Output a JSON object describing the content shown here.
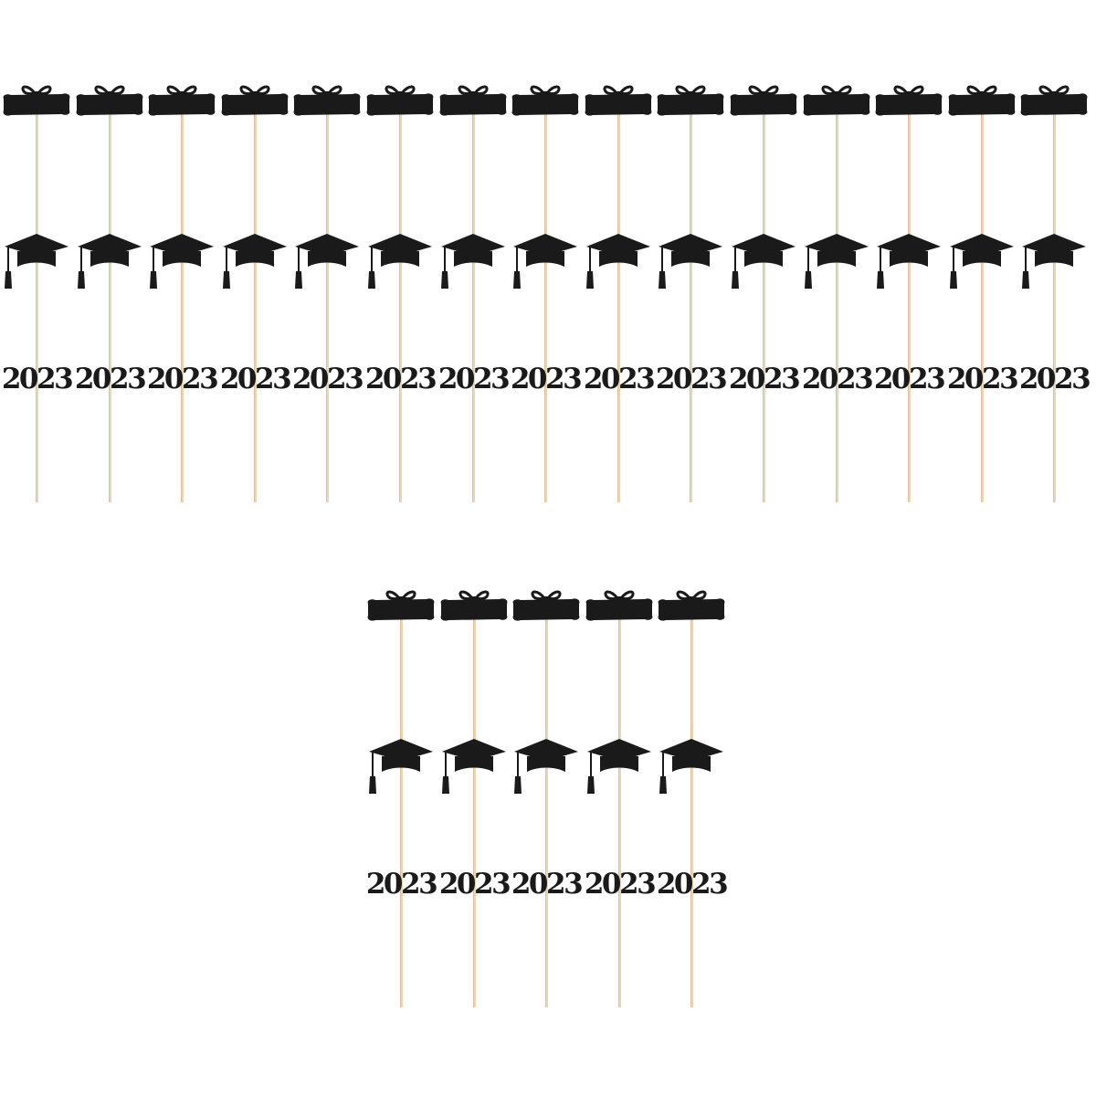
{
  "scene": {
    "background": "#ffffff",
    "topper_color": "#1a1a1a",
    "stick_color": "#e9d6b4",
    "year_text": "2023"
  },
  "rows": [
    {
      "name": "scroll-toppers-row-1",
      "kind": "scroll-icon",
      "count": 15
    },
    {
      "name": "cap-toppers-row-1",
      "kind": "graduation-cap-icon",
      "count": 15
    },
    {
      "name": "year-toppers-row-1",
      "kind": "year-text",
      "count": 15
    },
    {
      "name": "scroll-toppers-row-2",
      "kind": "scroll-icon",
      "count": 5
    },
    {
      "name": "cap-toppers-row-2",
      "kind": "graduation-cap-icon",
      "count": 5
    },
    {
      "name": "year-toppers-row-2",
      "kind": "year-text",
      "count": 5
    }
  ]
}
